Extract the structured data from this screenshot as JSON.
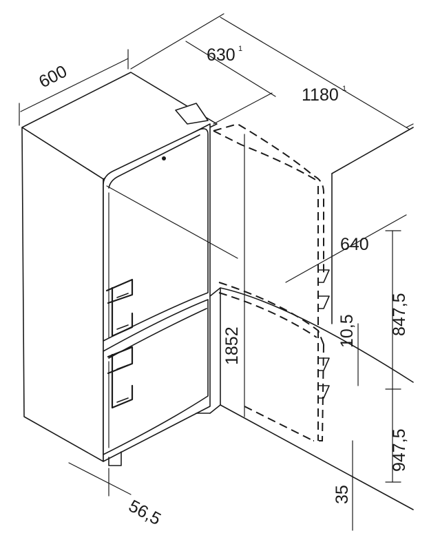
{
  "dimensions": {
    "width": "600",
    "depth": "630",
    "depth_sup": "1",
    "open_depth": "1180",
    "open_depth_sup": "1",
    "door_clearance": "640",
    "upper_height": "847,5",
    "lower_height": "947,5",
    "gap": "10,5",
    "total_height": "1852",
    "plinth": "35",
    "side_offset": "56,5"
  }
}
